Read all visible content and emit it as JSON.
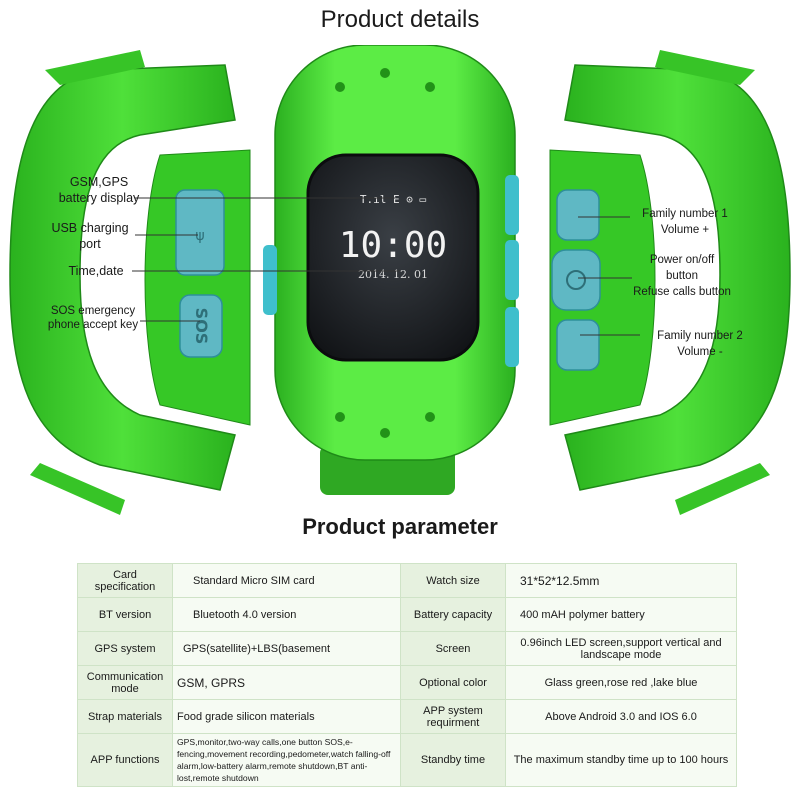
{
  "titles": {
    "details": "Product details",
    "parameter": "Product parameter"
  },
  "watch_screen": {
    "status_icons": "T.ıl E ⊙ ▭",
    "time": "10:00",
    "date": "2014. 12. 01"
  },
  "buttons": {
    "sos_label": "SOS"
  },
  "callouts": {
    "gsm": [
      "GSM,GPS",
      "battery display"
    ],
    "usb": [
      "USB charging",
      "port"
    ],
    "time": "Time,date",
    "sos": [
      "SOS emergency",
      "phone accept key"
    ],
    "family1": [
      "Family number 1",
      "Volume +"
    ],
    "power": [
      "Power on/off",
      "button",
      "Refuse calls button"
    ],
    "family2": [
      "Family number 2",
      "Volume -"
    ]
  },
  "colors": {
    "band": "#3fd329",
    "band_dark": "#249a1e",
    "button": "#5fb8c4",
    "table_key": "#e6f1df",
    "table_border": "#cfe3c7"
  },
  "table": {
    "rows": [
      {
        "k1": "Card specification",
        "v1": "Standard Micro SIM card",
        "k2": "Watch size",
        "v2": "31*52*12.5mm"
      },
      {
        "k1": "BT version",
        "v1": "Bluetooth 4.0 version",
        "k2": "Battery capacity",
        "v2": "400 mAH polymer battery"
      },
      {
        "k1": "GPS system",
        "v1": "GPS(satellite)+LBS(basement",
        "k2": "Screen",
        "v2": "0.96inch LED screen,support vertical and landscape mode"
      },
      {
        "k1": "Communication mode",
        "v1": "GSM,  GPRS",
        "k2": "Optional color",
        "v2": "Glass green,rose red ,lake blue"
      },
      {
        "k1": "Strap materials",
        "v1": "Food grade silicon materials",
        "k2": "APP system requirment",
        "v2": "Above Android 3.0 and IOS 6.0"
      },
      {
        "k1": "APP functions",
        "v1": "GPS,monitor,two-way calls,one button SOS,e-fencing,movement recording,pedometer,watch falling-off  alarm,low-battery alarm,remote shutdown,BT anti-lost,remote shutdown",
        "k2": "Standby time",
        "v2": "The maximum standby time up to 100 hours"
      }
    ]
  }
}
